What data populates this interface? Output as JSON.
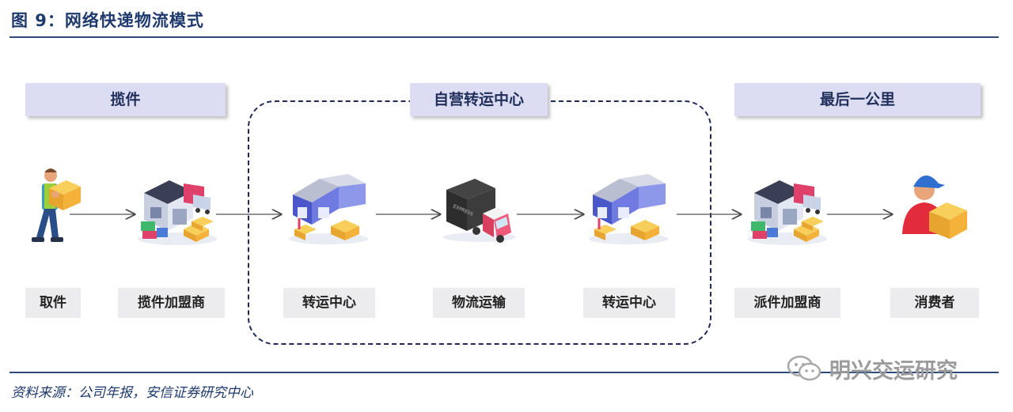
{
  "figure_title": "图 9：网络快递物流模式",
  "source_note": "资料来源：公司年报，安信证券研究中心",
  "phases": {
    "pickup": "揽件",
    "transit": "自营转运中心",
    "last_mile": "最后一公里"
  },
  "nodes": {
    "n1": "取件",
    "n2": "揽件加盟商",
    "n3": "转运中心",
    "n4": "物流运输",
    "n5": "转运中心",
    "n6": "派件加盟商",
    "n7": "消费者"
  },
  "truck_text": "EXPRESS",
  "watermark": "明兴交运研究",
  "colors": {
    "title": "#1f3a6e",
    "phase_bg": "#dcdcf2",
    "label_bg": "#ececee",
    "dash": "#23285a",
    "box_yellow": "#f4b23a"
  }
}
